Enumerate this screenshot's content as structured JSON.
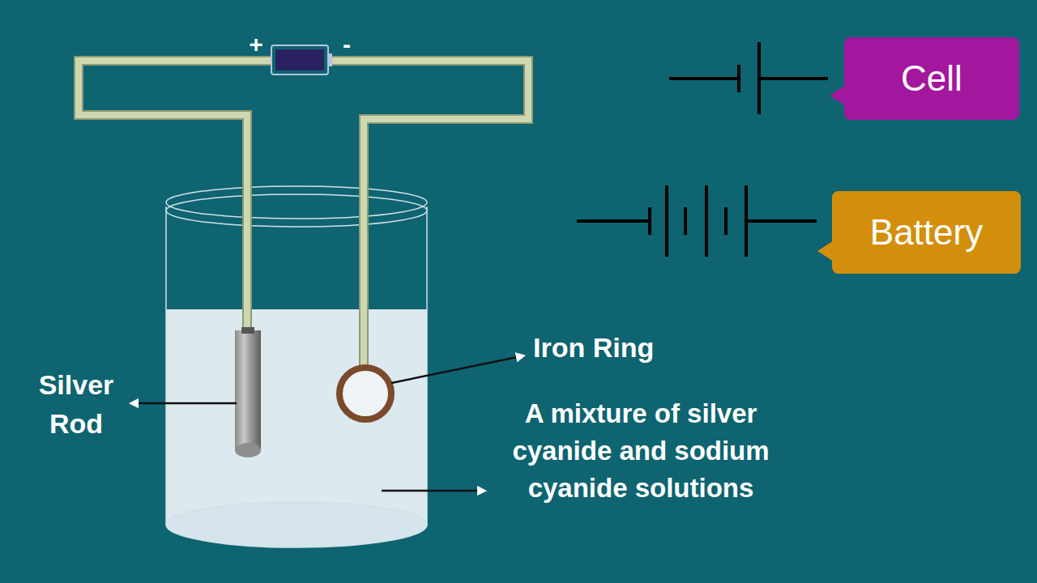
{
  "diagram": {
    "nodes": [
      {
        "text": [
          "Cell"
        ]
      },
      {
        "text": [
          "Battery"
        ]
      }
    ],
    "labels": [
      "+",
      "-",
      "Iron Ring",
      "Silver Rod",
      "A mixture of silver cyanide and sodium cyanide solutions"
    ]
  }
}
